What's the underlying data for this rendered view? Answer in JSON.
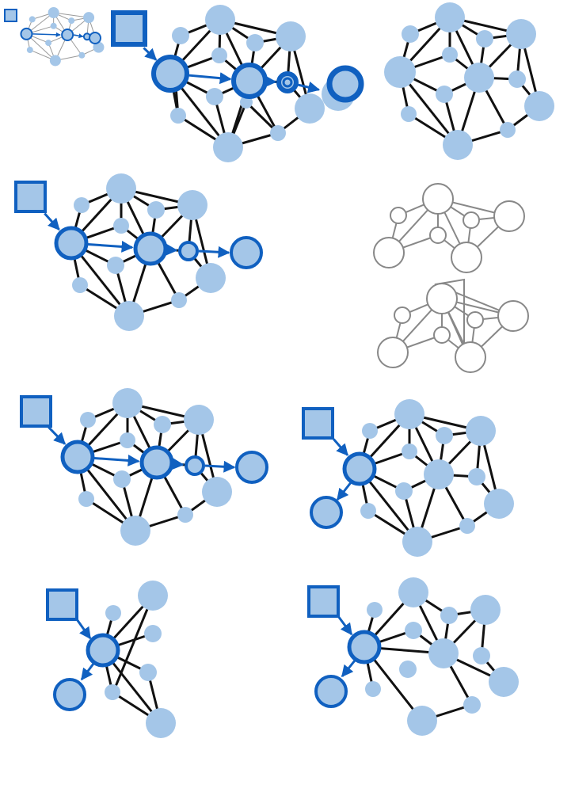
{
  "colors": {
    "background": "#ffffff",
    "node_fill": "#a4c6e8",
    "highlight_stroke": "#1060c0",
    "edge": "#111111",
    "gray": "#888888",
    "thumb_edge": "#9a9a9a"
  },
  "panels": [
    {
      "id": "thumbnail",
      "style": "thumbnail"
    },
    {
      "id": "full-with-path",
      "style": "full",
      "highlight": "path"
    },
    {
      "id": "full-plain",
      "style": "full",
      "highlight": "none"
    },
    {
      "id": "left-with-path",
      "style": "full",
      "highlight": "path"
    },
    {
      "id": "gray-outline-a",
      "style": "outline"
    },
    {
      "id": "gray-outline-b",
      "style": "outline"
    },
    {
      "id": "left-with-path-2",
      "style": "full",
      "highlight": "path"
    },
    {
      "id": "right-with-branch",
      "style": "full",
      "highlight": "branch"
    },
    {
      "id": "star-subgraph-with-branch",
      "style": "full",
      "highlight": "branch"
    },
    {
      "id": "sparse-with-branch",
      "style": "full",
      "highlight": "branch"
    }
  ]
}
